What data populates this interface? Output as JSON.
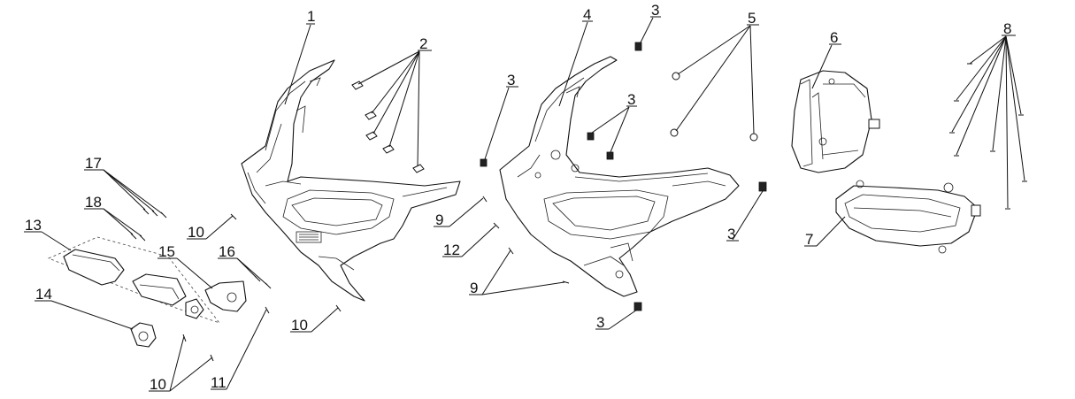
{
  "callouts": [
    {
      "id": "c1",
      "text": "1"
    },
    {
      "id": "c2",
      "text": "2"
    },
    {
      "id": "c3a",
      "text": "3"
    },
    {
      "id": "c3b",
      "text": "3"
    },
    {
      "id": "c3c",
      "text": "3"
    },
    {
      "id": "c3d",
      "text": "3"
    },
    {
      "id": "c3e",
      "text": "3"
    },
    {
      "id": "c4",
      "text": "4"
    },
    {
      "id": "c5",
      "text": "5"
    },
    {
      "id": "c6",
      "text": "6"
    },
    {
      "id": "c7",
      "text": "7"
    },
    {
      "id": "c8",
      "text": "8"
    },
    {
      "id": "c9a",
      "text": "9"
    },
    {
      "id": "c9b",
      "text": "9"
    },
    {
      "id": "c10a",
      "text": "10"
    },
    {
      "id": "c10b",
      "text": "10"
    },
    {
      "id": "c10c",
      "text": "10"
    },
    {
      "id": "c11",
      "text": "11"
    },
    {
      "id": "c12",
      "text": "12"
    },
    {
      "id": "c13",
      "text": "13"
    },
    {
      "id": "c14",
      "text": "14"
    },
    {
      "id": "c15",
      "text": "15"
    },
    {
      "id": "c16",
      "text": "16"
    },
    {
      "id": "c17",
      "text": "17"
    },
    {
      "id": "c18",
      "text": "18"
    }
  ]
}
